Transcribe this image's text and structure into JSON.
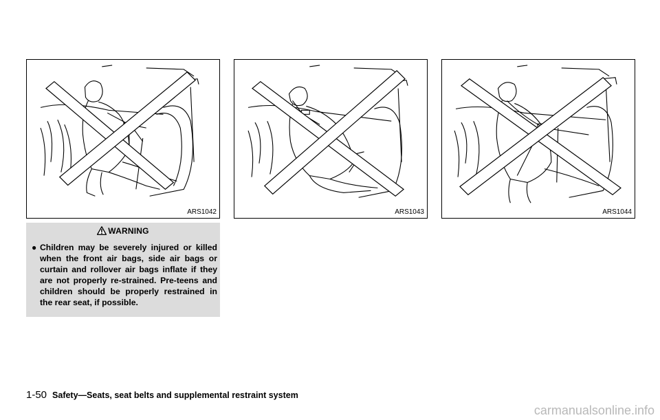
{
  "figures": [
    {
      "code": "ARS1042"
    },
    {
      "code": "ARS1043"
    },
    {
      "code": "ARS1044"
    }
  ],
  "warning": {
    "title": "WARNING",
    "icon": "warning-triangle-icon",
    "items": [
      "Children may be severely injured or killed when the front air bags, side air bags or curtain and rollover air bags inflate if they are not properly re-strained. Pre-teens and children should be properly restrained in the rear seat, if possible."
    ]
  },
  "footer": {
    "page_number": "1-50",
    "section_title": "Safety—Seats, seat belts and supplemental restraint system"
  },
  "watermark": "carmanualsonline.info"
}
